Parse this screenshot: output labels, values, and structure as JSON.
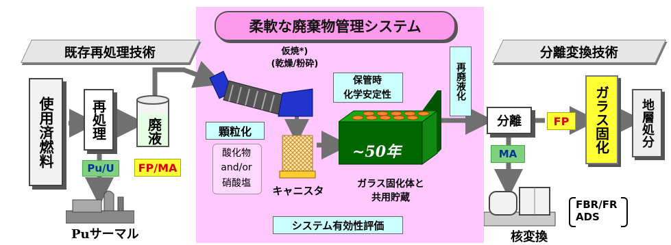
{
  "title": "柔軟な廃棄物管理システム",
  "left_banner": "既存再処理技術",
  "right_banner": "分離変換技術",
  "spent_fuel": "使用済燃料",
  "reprocessing": "再処理",
  "liquid_waste": "廃液",
  "pu_u": "Pu/U",
  "fp_ma_left": "FP/MA",
  "pu_thermal": "Puサーマル",
  "calcination_line1": "仮焼*)",
  "calcination_line2": "(乾燥/粉砕)",
  "granulation": "顆粒化",
  "oxide_line1": "酸化物",
  "oxide_line2": "and/or",
  "oxide_line3": "硝酸塩",
  "canister": "キャニスタ",
  "storage_line1": "保管時",
  "storage_line2": "化学安定性",
  "years": "~50年",
  "co_storage_line1": "ガラス固化体と",
  "co_storage_line2": "共用貯蔵",
  "system_eval": "システム有効性評価",
  "reliquefy": "再廃液化",
  "separation": "分離",
  "fp_right": "FP",
  "ma": "MA",
  "vitrification": "ガラス固化",
  "geological": "地層処分",
  "fbr_fr": "FBR/FR",
  "ads": "ADS",
  "transmutation": "核変換"
}
